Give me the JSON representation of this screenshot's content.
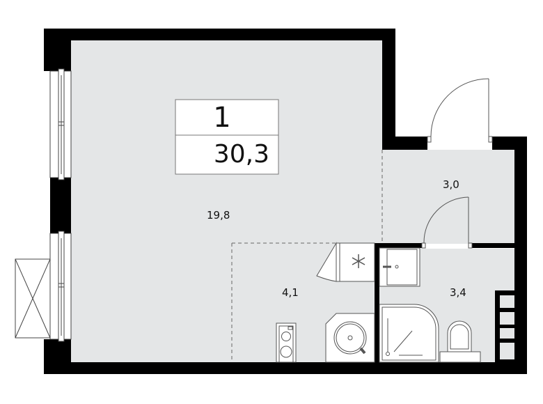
{
  "plan": {
    "rooms_count": "1",
    "total_area": "30,3",
    "rooms": [
      {
        "name": "living-room",
        "area": "19,8"
      },
      {
        "name": "hallway",
        "area": "3,0"
      },
      {
        "name": "kitchen",
        "area": "4,1"
      },
      {
        "name": "bathroom",
        "area": "3,4"
      }
    ]
  },
  "colors": {
    "wall": "#000000",
    "floor": "#e4e6e7",
    "fixture": "#ffffff",
    "line": "#555555"
  }
}
